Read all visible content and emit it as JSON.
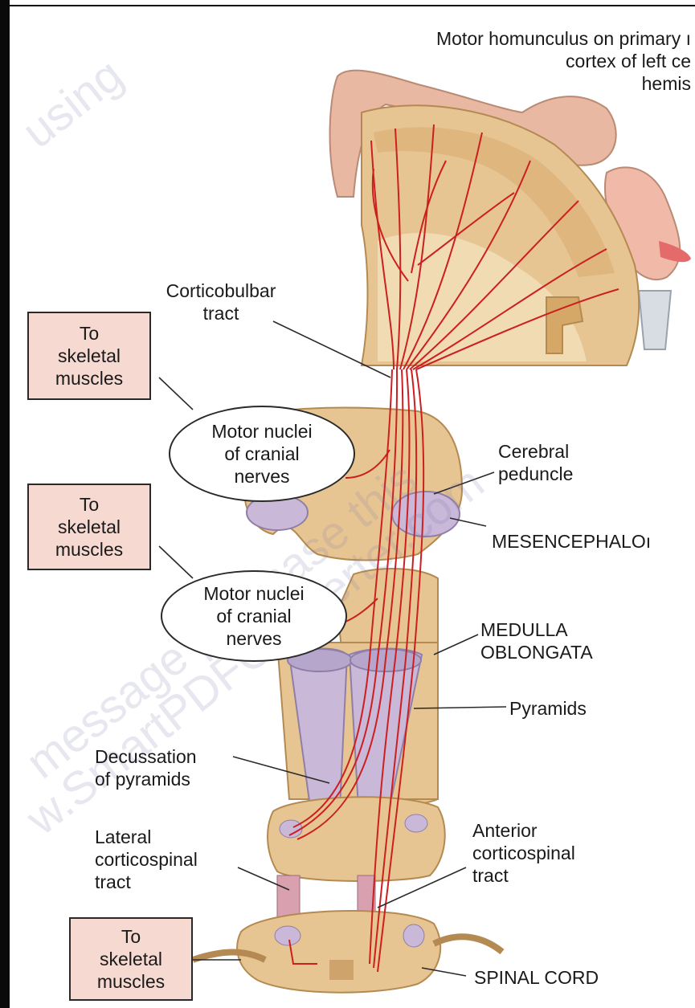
{
  "labels": {
    "motor_homunculus": "Motor homunculus on primary ı\ncortex of left ce\nhemis",
    "corticobulbar": "Corticobulbar\ntract",
    "cerebral_peduncle": "Cerebral\npeduncle",
    "mesencephalon": "MESENCEPHALOı",
    "medulla": "MEDULLA\nOBLONGATA",
    "pyramids": "Pyramids",
    "decussation": "Decussation\nof pyramids",
    "lateral_cs": "Lateral\ncorticospinal\ntract",
    "anterior_cs": "Anterior\ncorticospinal\ntract",
    "spinal_cord": "SPINAL CORD"
  },
  "boxes": [
    {
      "label": "To\nskeletal\nmuscles"
    },
    {
      "label": "To\nskeletal\nmuscles"
    },
    {
      "label": "To\nskeletal\nmuscles"
    }
  ],
  "ovals": [
    {
      "label": "Motor nuclei\nof cranial\nnerves"
    },
    {
      "label": "Motor nuclei\nof cranial\nnerves"
    }
  ],
  "watermark": {
    "lines": [
      "using",
      "message purchase this",
      "w.SmartPDFConverter.com"
    ]
  },
  "colors": {
    "tissue": "#e7c592",
    "tissue_dark": "#c99a5e",
    "tract": "#c9b8d8",
    "fiber": "#cc1f1f",
    "box_fill": "#f6d9d0"
  }
}
